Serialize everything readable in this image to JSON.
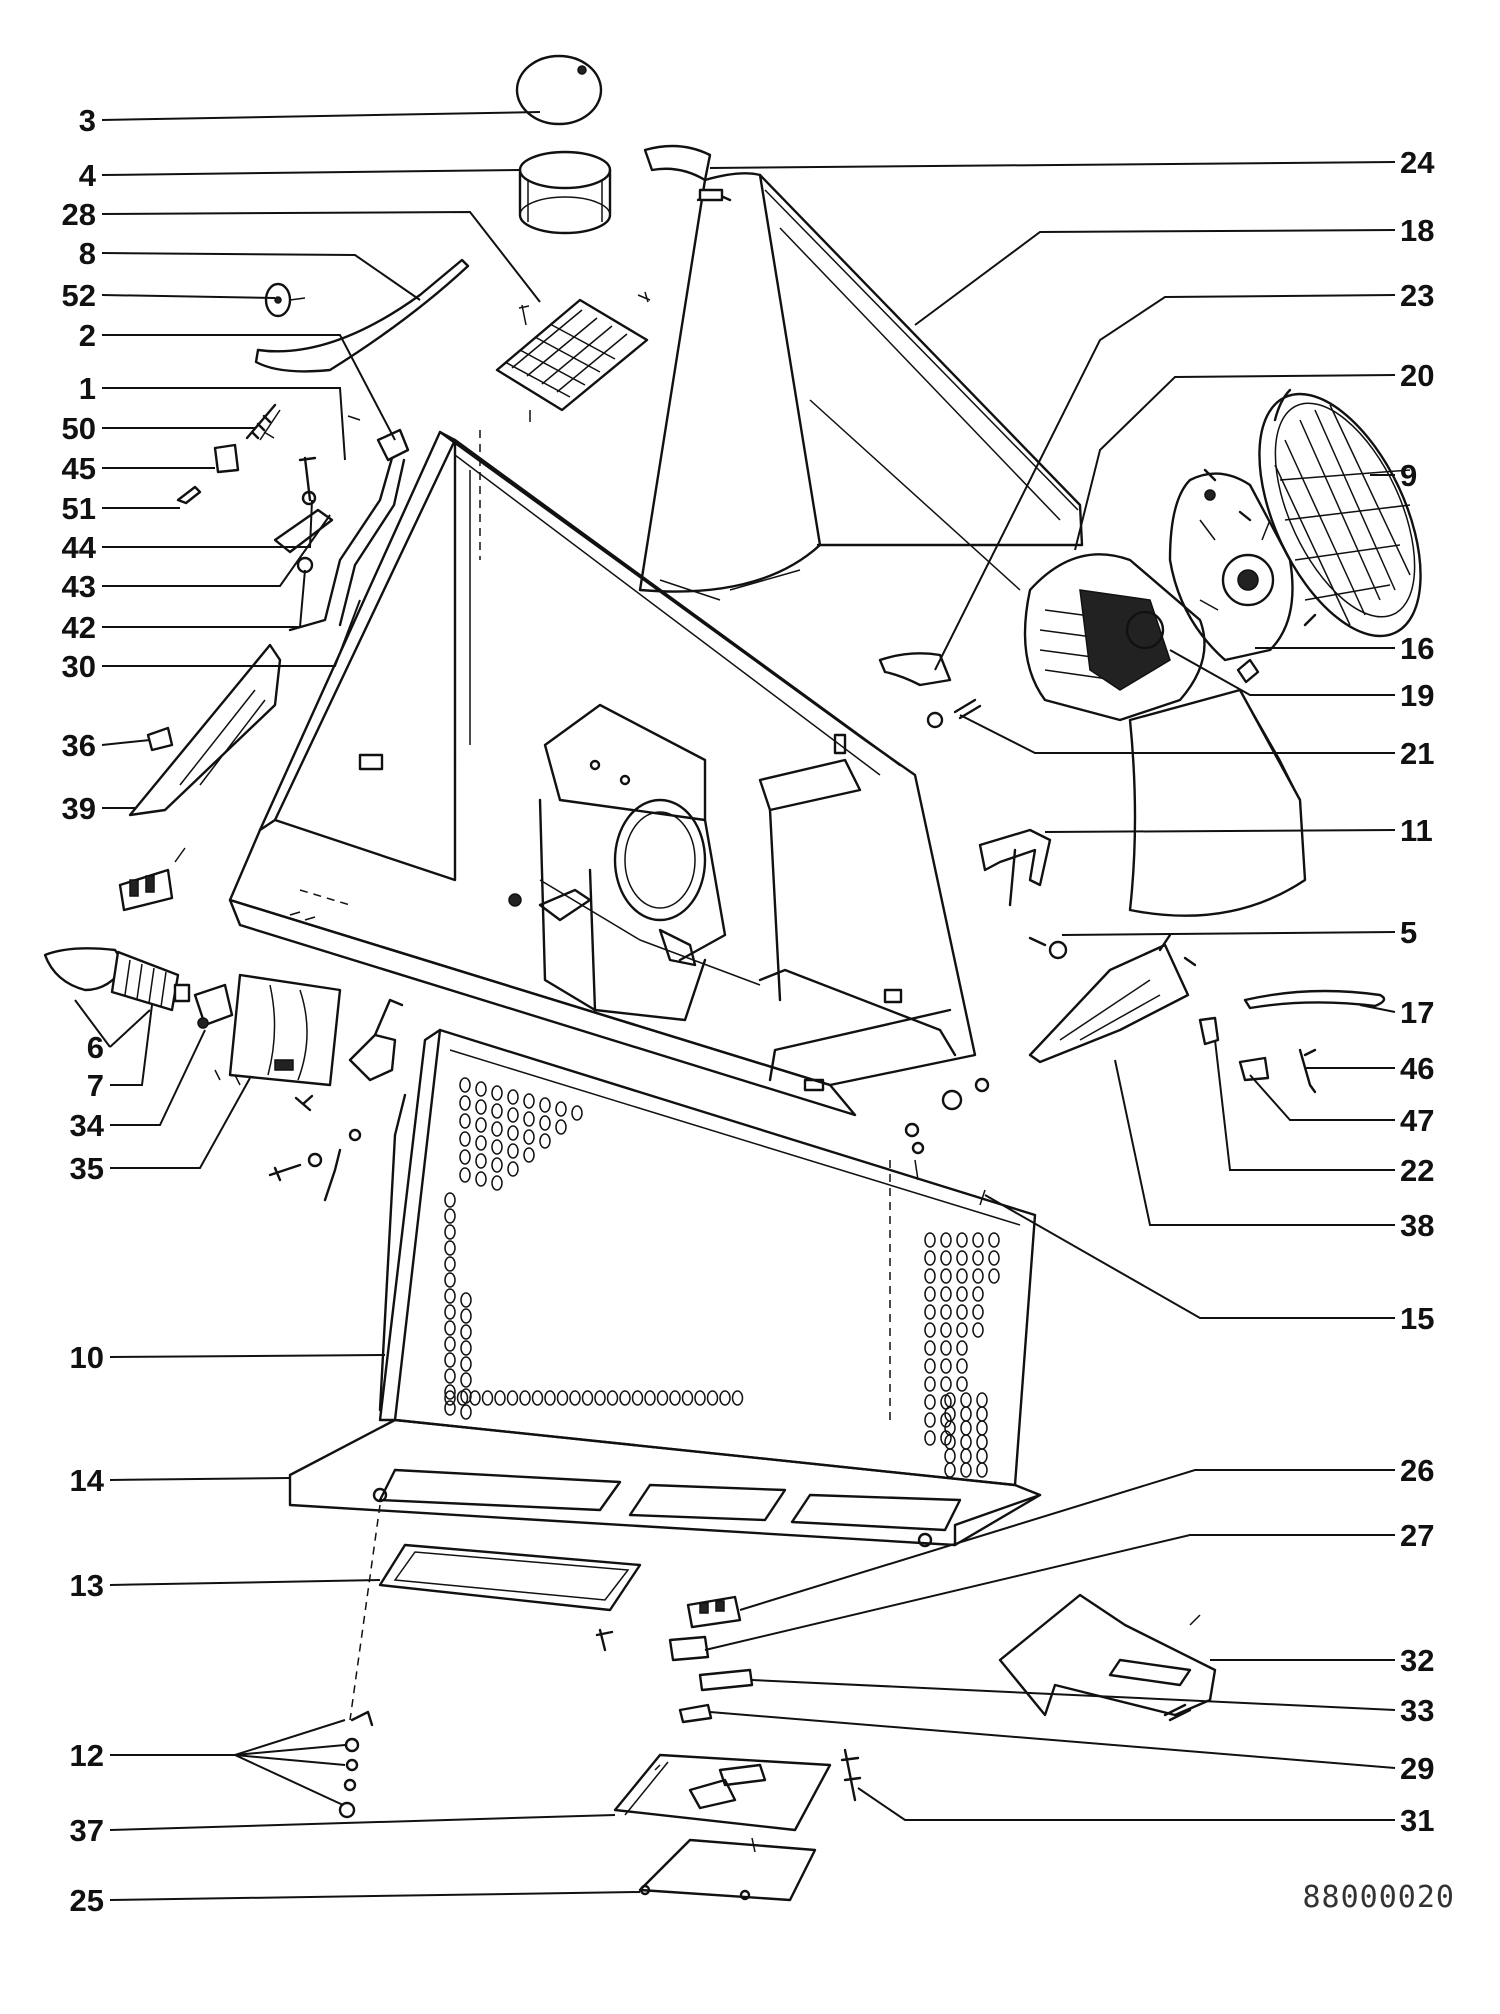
{
  "document_code": "88000020",
  "callouts": {
    "c3": "3",
    "c4": "4",
    "c28": "28",
    "c8": "8",
    "c52": "52",
    "c2": "2",
    "c1": "1",
    "c50": "50",
    "c45": "45",
    "c51": "51",
    "c44": "44",
    "c43": "43",
    "c42": "42",
    "c30": "30",
    "c36": "36",
    "c39": "39",
    "c6": "6",
    "c7": "7",
    "c34": "34",
    "c35": "35",
    "c10": "10",
    "c14": "14",
    "c13": "13",
    "c12": "12",
    "c37": "37",
    "c25": "25",
    "c24": "24",
    "c18": "18",
    "c23": "23",
    "c20": "20",
    "c9": "9",
    "c16": "16",
    "c19": "19",
    "c21": "21",
    "c11": "11",
    "c5": "5",
    "c17": "17",
    "c46": "46",
    "c47": "47",
    "c22": "22",
    "c38": "38",
    "c15": "15",
    "c26": "26",
    "c27": "27",
    "c32": "32",
    "c33": "33",
    "c29": "29",
    "c31": "31"
  }
}
